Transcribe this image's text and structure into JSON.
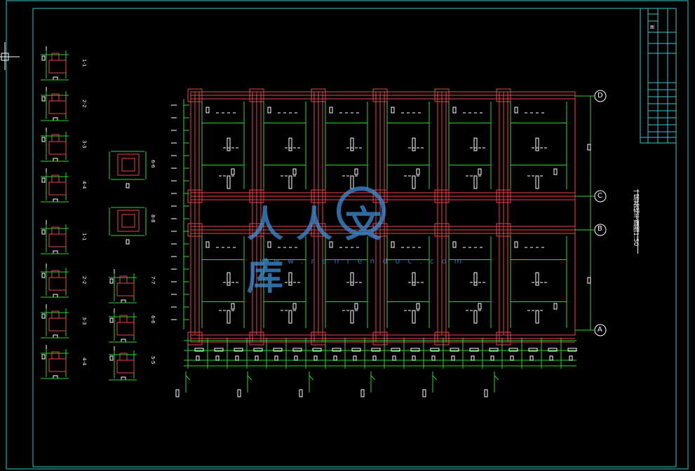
{
  "colors": {
    "background": "#000000",
    "border": "#3ac7cf",
    "wall": "#e8454a",
    "dim": "#2fd52f",
    "text": "#ffffff",
    "watermark": "#3d8fd8"
  },
  "drawing_title": "一层基础平面图1:50",
  "grid_axes": [
    "D",
    "C",
    "B",
    "A"
  ],
  "section_labels_left": [
    "1-1",
    "2-2",
    "3-3",
    "4-4",
    "1-1",
    "2-2",
    "3-3",
    "4-4"
  ],
  "section_labels_mid": [
    "6-6",
    "8-8",
    "7-7",
    "6-6",
    "5-5"
  ],
  "title_block": {
    "mark": "图"
  },
  "watermark": {
    "text": "人人文库",
    "url": "www.renrendoc.com"
  },
  "icons": {
    "crosshair": "crosshair-icon"
  }
}
